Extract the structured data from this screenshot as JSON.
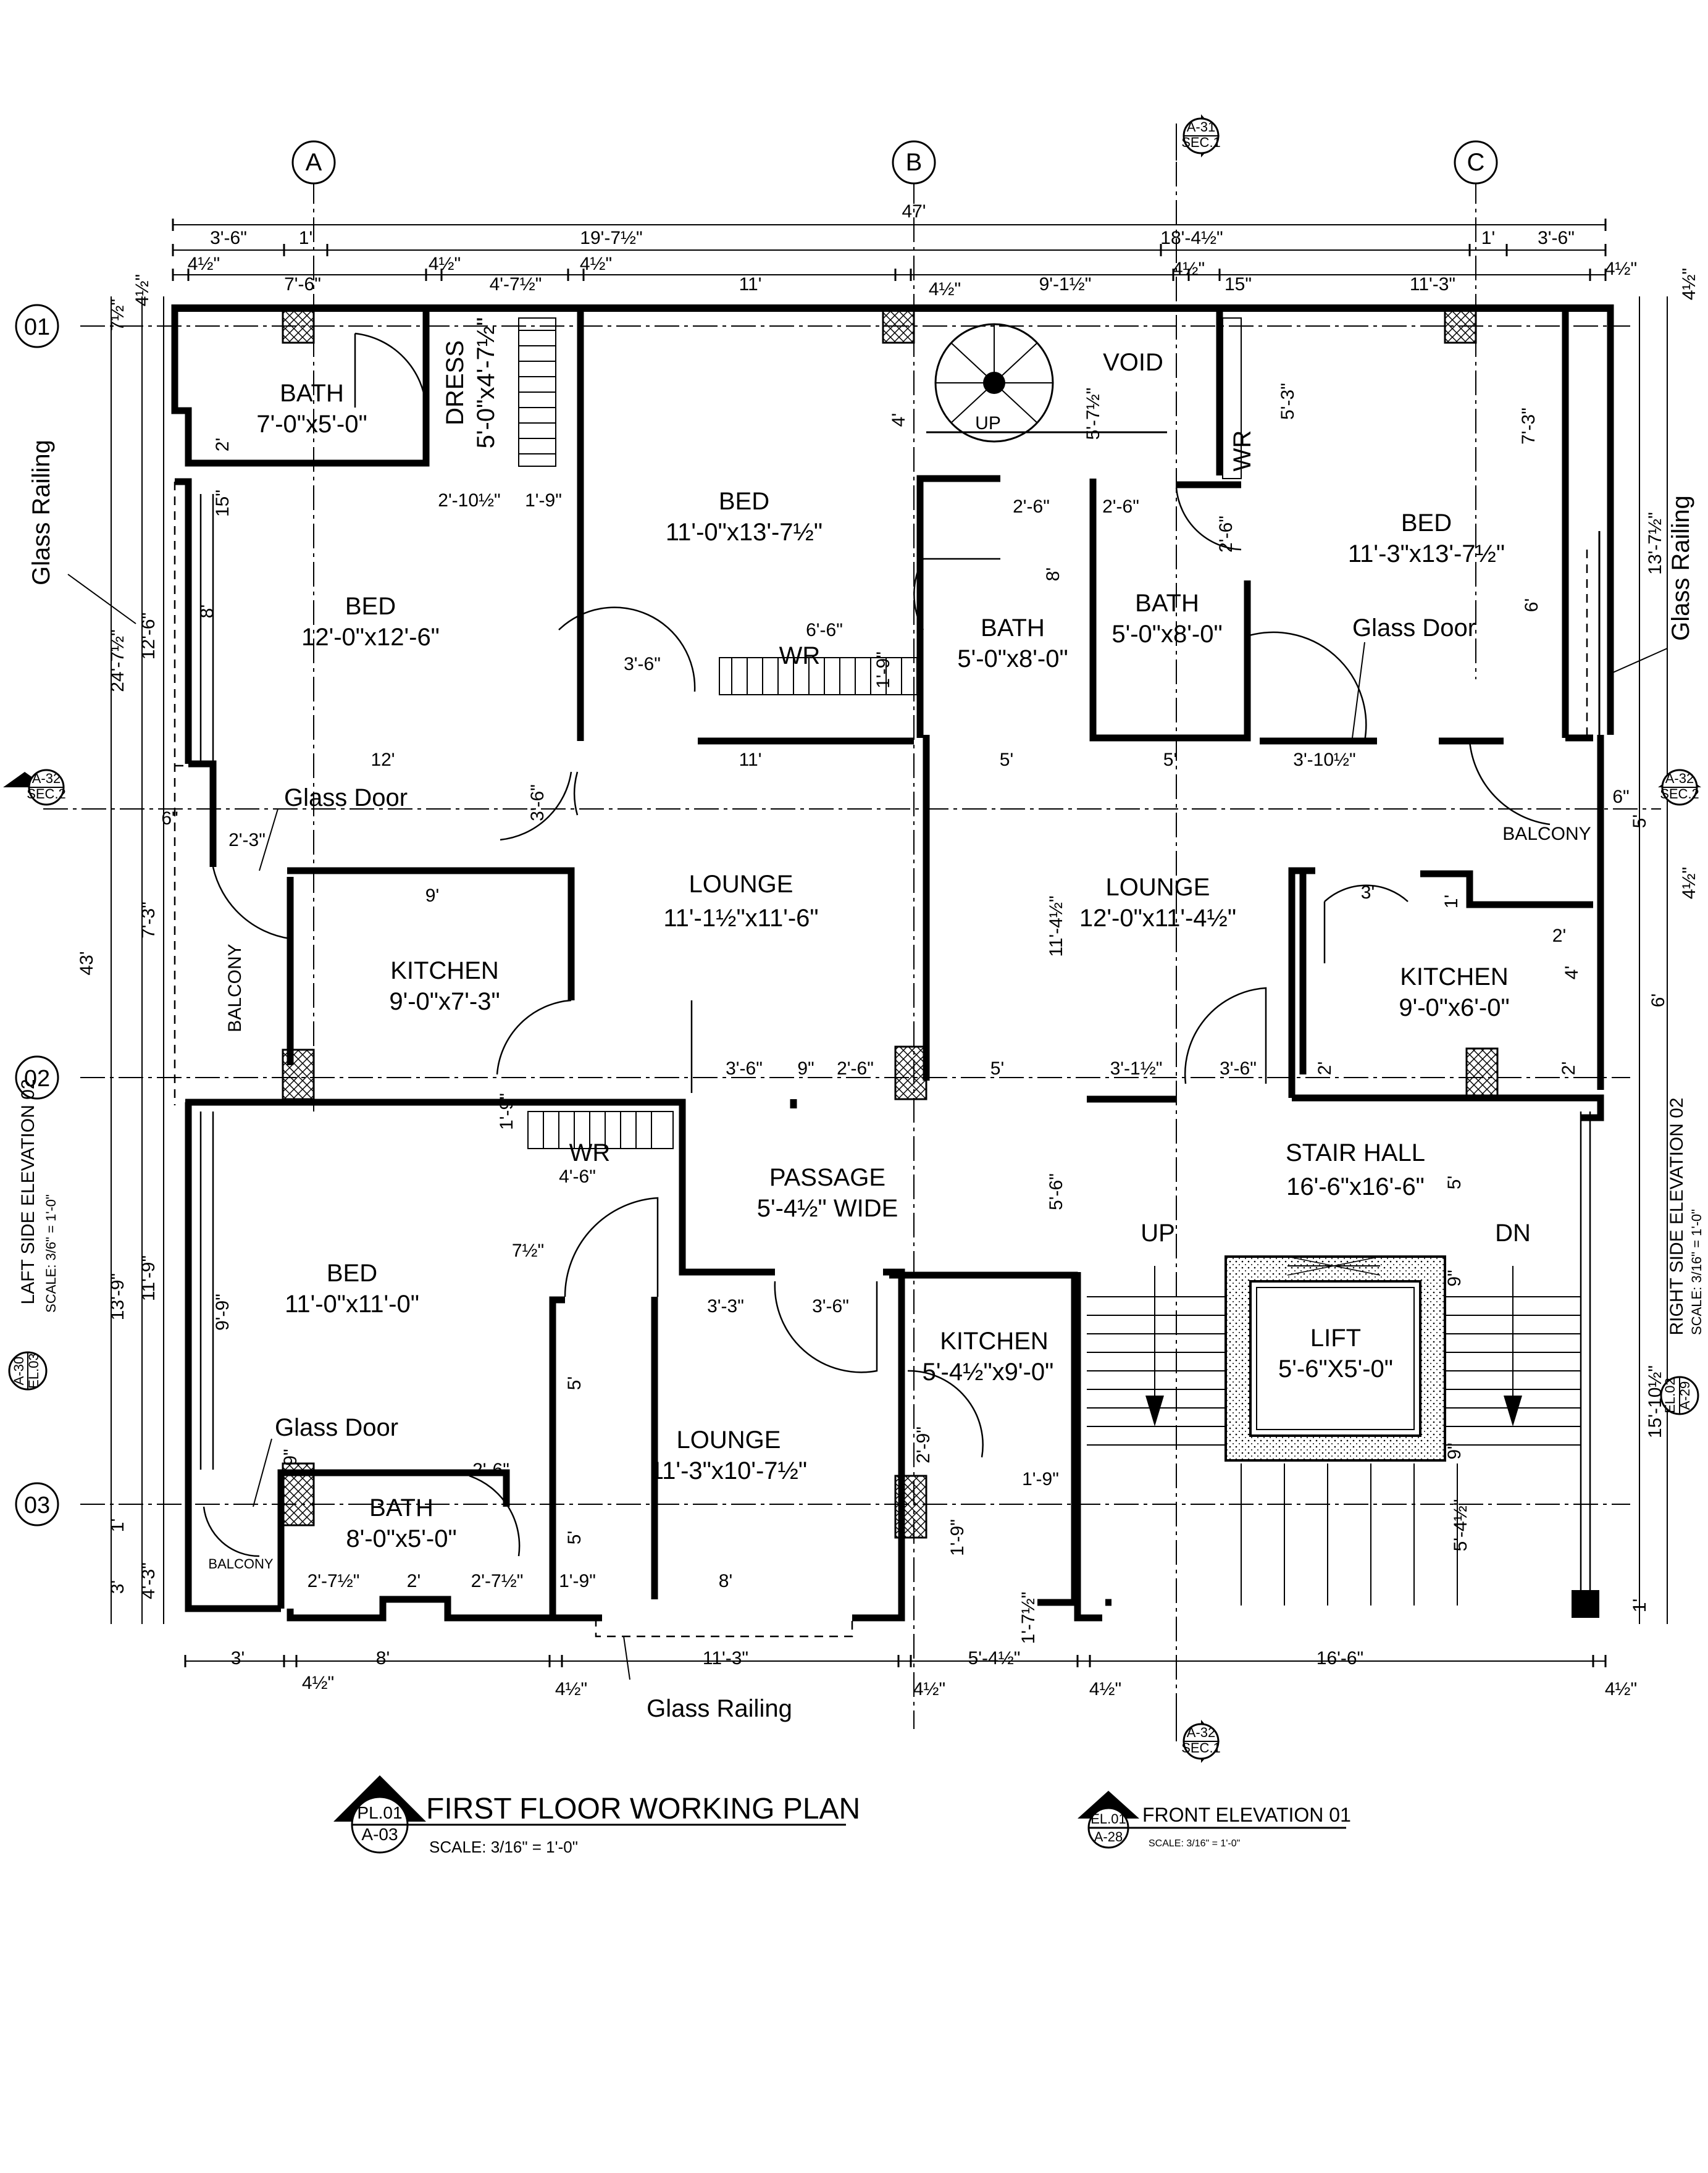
{
  "grid": {
    "columns": [
      "A",
      "B",
      "C"
    ],
    "rows": [
      "01",
      "02",
      "03"
    ]
  },
  "rooms": [
    {
      "name": "BATH",
      "size": "7'-0\"x5'-0\""
    },
    {
      "name": "DRESS",
      "size": "5'-0\"x4'-7½\""
    },
    {
      "name": "BED",
      "size": "12'-0\"x12'-6\""
    },
    {
      "name": "BED",
      "size": "11'-0\"x13'-7½\""
    },
    {
      "name": "VOID",
      "size": ""
    },
    {
      "name": "BATH",
      "size": "5'-0\"x8'-0\""
    },
    {
      "name": "BATH",
      "size": "5'-0\"x8'-0\""
    },
    {
      "name": "BED",
      "size": "11'-3\"x13'-7½\""
    },
    {
      "name": "LOUNGE",
      "size": "11'-1½\"x11'-6\""
    },
    {
      "name": "LOUNGE",
      "size": "12'-0\"x11'-4½\""
    },
    {
      "name": "KITCHEN",
      "size": "9'-0\"x7'-3\""
    },
    {
      "name": "KITCHEN",
      "size": "9'-0\"x6'-0\""
    },
    {
      "name": "BED",
      "size": "11'-0\"x11'-0\""
    },
    {
      "name": "PASSAGE",
      "size": "5'-4½\" WIDE"
    },
    {
      "name": "STAIR HALL",
      "size": "16'-6\"x16'-6\""
    },
    {
      "name": "KITCHEN",
      "size": "5'-4½\"x9'-0\""
    },
    {
      "name": "LIFT",
      "size": "5'-6\"X5'-0\""
    },
    {
      "name": "LOUNGE",
      "size": "11'-3\"x10'-7½\""
    },
    {
      "name": "BATH",
      "size": "8'-0\"x5'-0\""
    }
  ],
  "small_labels": {
    "wr": "WR",
    "up": "UP",
    "dn": "DN",
    "balcony": "BALCONY",
    "glass_door": "Glass Door",
    "glass_railing": "Glass Railing"
  },
  "top_dims": {
    "overall": "47'",
    "row1": [
      "3'-6\"",
      "1'",
      "19'-7½\"",
      "18'-4½\"",
      "1'",
      "3'-6\""
    ],
    "row2": [
      "4½\"",
      "7'-6\"",
      "4½\"",
      "4'-7½\"",
      "4½\"",
      "11'",
      "4½\"",
      "9'-1½\"",
      "4½\"",
      "15\"",
      "11'-3\"",
      "4½\""
    ]
  },
  "bottom_dims": [
    "3'",
    "8'",
    "11'-3\"",
    "5'-4½\"",
    "16'-6\"",
    "4½\"",
    "4½\"",
    "4½\"",
    "4½\"",
    "4½\""
  ],
  "left_dims": [
    "43'",
    "24'-7½\"",
    "12'-6\"",
    "8'",
    "7'-3\"",
    "13'-9\"",
    "11'-9\"",
    "4'-3\"",
    "3'",
    "1'",
    "7½\"",
    "4½\""
  ],
  "right_dims": [
    "13'-7½\"",
    "15'-10½\"",
    "6'",
    "5'",
    "4½\"",
    "1'",
    "4½\""
  ],
  "inner_dims": [
    "12'",
    "11'",
    "5'",
    "5'",
    "3'-10½\"",
    "3'-6\"",
    "3'-6\"",
    "9\"",
    "2'-6\"",
    "5'",
    "3'-1½\"",
    "3'-6\"",
    "6'-6\"",
    "1'-9\"",
    "2'-10½\"",
    "1'-9\"",
    "9'",
    "3'-6\"",
    "2'-3\"",
    "4'-6\"",
    "1'-9\"",
    "3'-3\"",
    "3'-6\"",
    "8'",
    "1'-9\"",
    "2'-7½\"",
    "2'",
    "2'-7½\"",
    "2'-6\"",
    "2'-6\"",
    "2'-6\"",
    "8'",
    "11'-4½\"",
    "5'-6\"",
    "9'-9\"",
    "5'",
    "5'",
    "5'-3\"",
    "7'-3\"",
    "5'-7½\"",
    "2'-6\"",
    "4'",
    "6'",
    "3'",
    "2'",
    "2'",
    "2'",
    "4'",
    "1'",
    "2'-9\"",
    "1'-9\"",
    "1'-9\"",
    "1'-7½\"",
    "9\"",
    "9\"",
    "9\"",
    "5'-4½\"",
    "5'",
    "6\"",
    "6\"",
    "15\"",
    "2'",
    "7½\""
  ],
  "elevation_markers": {
    "left_side": {
      "title": "LAFT SIDE ELEVATION 02",
      "scale": "SCALE: 3/6\" = 1'-0\"",
      "ref_top": "A-30",
      "ref_bottom": "EL.03"
    },
    "right_side": {
      "title": "RIGHT SIDE ELEVATION 02",
      "scale": "SCALE: 3/16\" = 1'-0\"",
      "ref_top": "EL.02",
      "ref_bottom": "A-29"
    },
    "front": {
      "title": "FRONT ELEVATION 01",
      "scale": "SCALE: 3/16\" = 1'-0\"",
      "ref_top": "EL.01",
      "ref_bottom": "A-28"
    }
  },
  "section_markers": [
    {
      "top": "A-31",
      "bottom": "SEC.1"
    },
    {
      "top": "A-32",
      "bottom": "SEC.1"
    },
    {
      "top": "A-32",
      "bottom": "SEC.2"
    },
    {
      "top": "A-32",
      "bottom": "SEC.2"
    }
  ],
  "title_block": {
    "title": "FIRST FLOOR WORKING PLAN",
    "scale": "SCALE: 3/16\" = 1'-0\"",
    "ref_top": "PL.01",
    "ref_bottom": "A-03"
  }
}
